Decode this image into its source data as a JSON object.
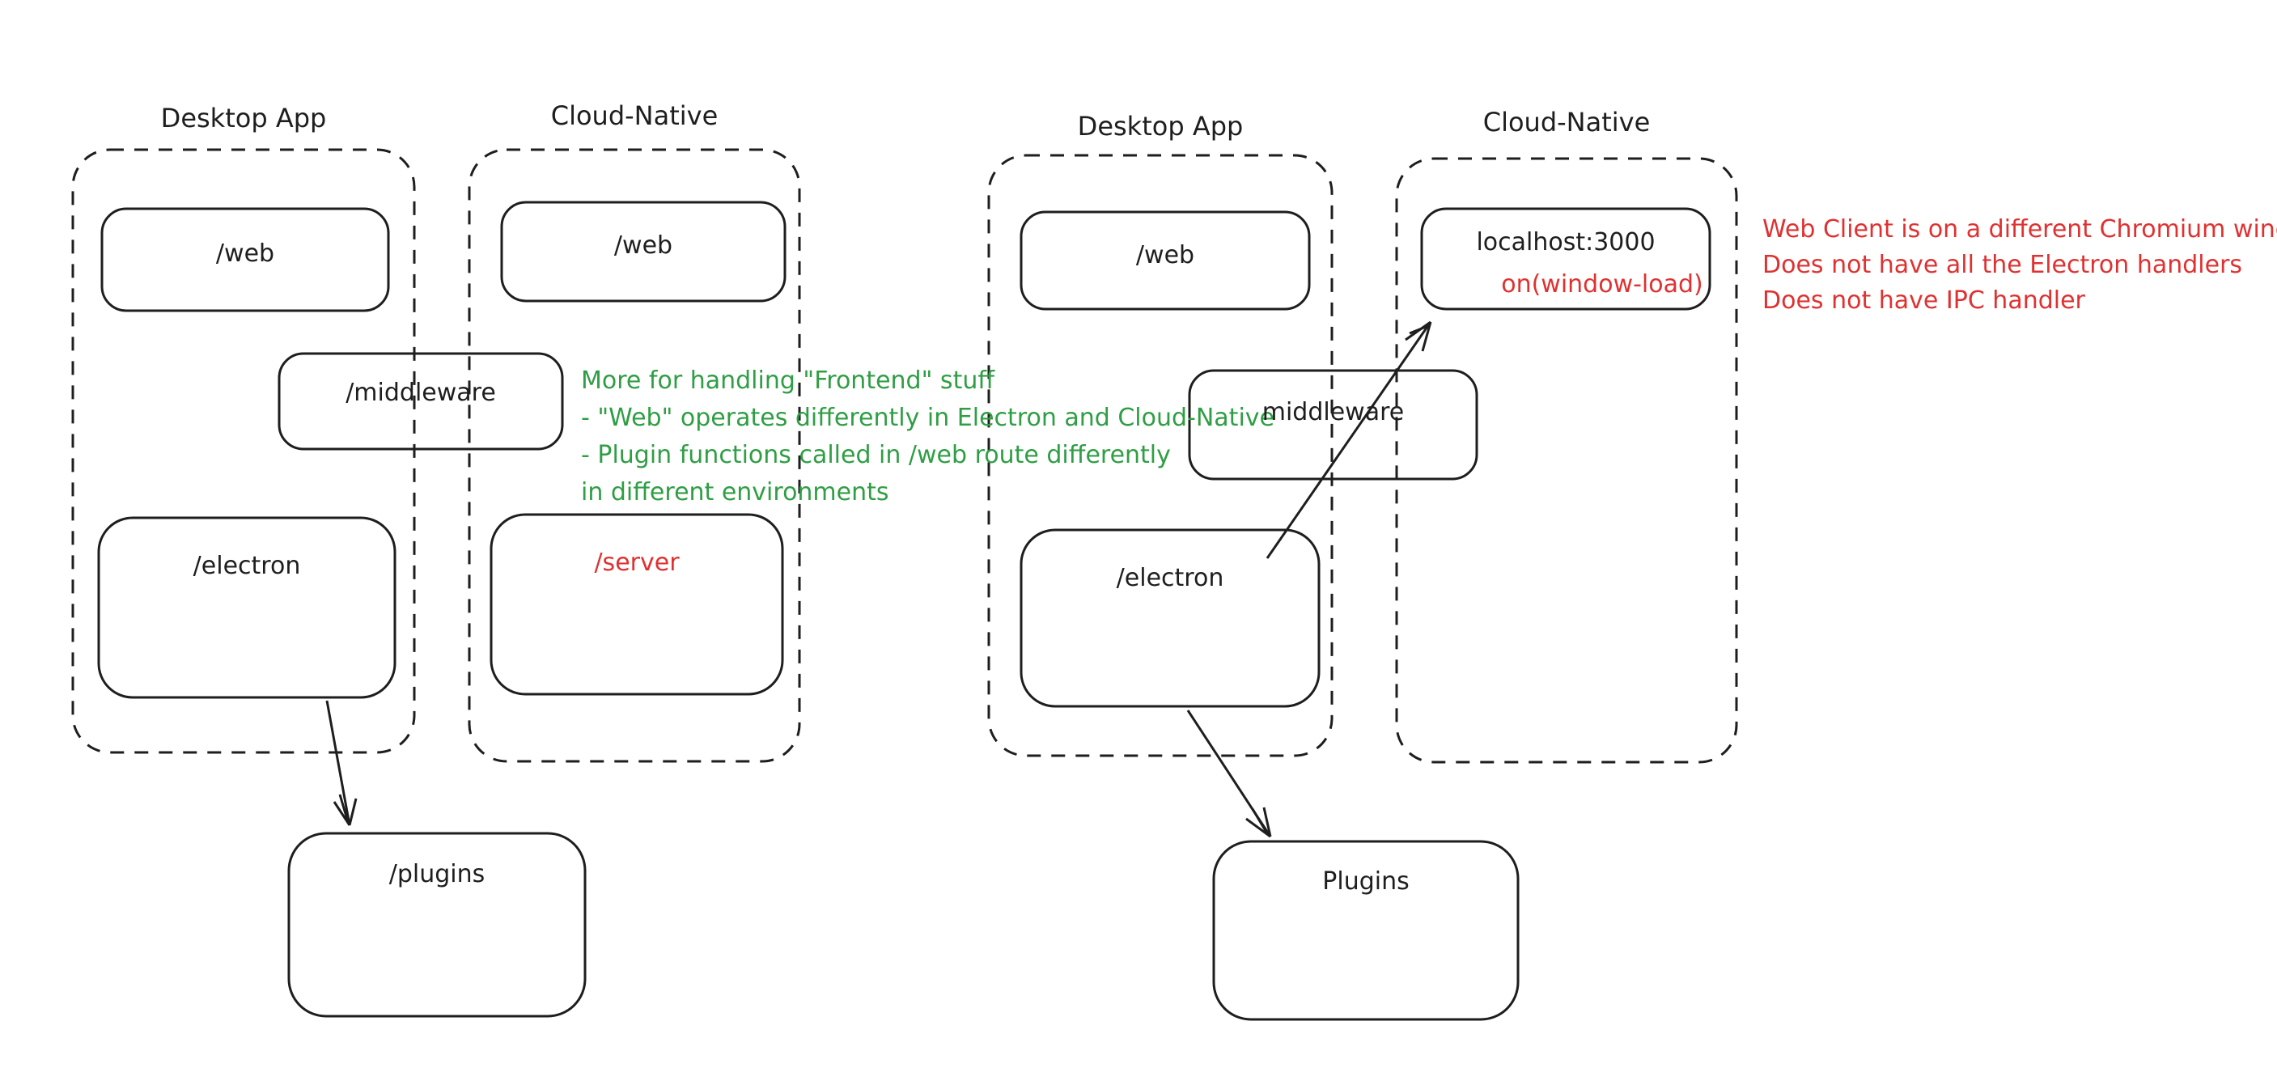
{
  "palette": {
    "ink": "#1e1e1e",
    "green": "#2f9e44",
    "red": "#e03131",
    "background": "#ffffff"
  },
  "left": {
    "desktop": {
      "title": "Desktop App",
      "web_label": "/web",
      "electron_label": "/electron"
    },
    "cloud": {
      "title": "Cloud-Native",
      "web_label": "/web",
      "server_label": "/server"
    },
    "middleware_label": "/middleware",
    "plugins_label": "/plugins",
    "green_note": {
      "line1": "More for handling \"Frontend\" stuff",
      "line2": "- \"Web\" operates differently in Electron and Cloud-Native",
      "line3": "- Plugin functions called in /web route differently",
      "line4": "in different environments"
    }
  },
  "right": {
    "desktop": {
      "title": "Desktop App",
      "web_label": "/web",
      "electron_label": "/electron"
    },
    "cloud": {
      "title": "Cloud-Native",
      "localhost_label": "localhost:3000",
      "window_load_label": "on(window-load)"
    },
    "middleware_label": "middleware",
    "plugins_label": "Plugins",
    "red_note": {
      "line1": "Web Client is on a different Chromium window",
      "line2": "Does not have all the Electron handlers",
      "line3": "Does not have IPC handler"
    }
  }
}
